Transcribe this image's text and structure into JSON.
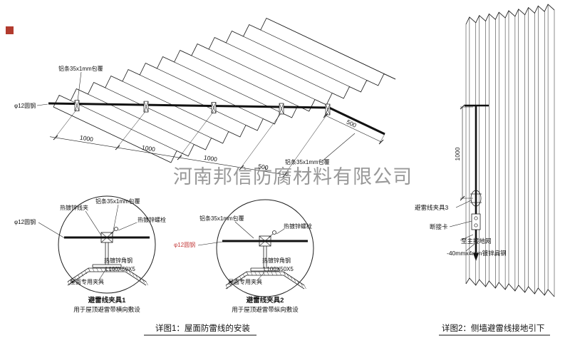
{
  "watermark": "河南邦信防腐材料有限公司",
  "colors": {
    "label_red": "#c43b3b",
    "watermark_gray": "#8f8f8f",
    "line_black": "#1c1c1c"
  },
  "roof_detail": {
    "label_aluminum_strip_top": "铝条35x1mm包覆",
    "label_round_steel": "φ12圆钢",
    "label_aluminum_strip_bottom": "铝条35x1mm包覆",
    "dims": {
      "d1": "1000",
      "d2": "1000",
      "d3": "1000",
      "d4": "500",
      "d5": "500"
    }
  },
  "clamp1": {
    "label_wire_clip": "热镀锌线夹",
    "label_aluminum_strip": "铝条35x1mm包覆",
    "label_bolt": "热镀锌螺栓",
    "label_round_steel": "φ12圆钢",
    "label_angle_steel": "热镀锌角钢",
    "label_angle_size": "L100X50X5",
    "label_roof_clamp": "屋面专用夹具",
    "title": "避雷线夹具1",
    "subtitle": "用于屋顶避雷带横向敷设"
  },
  "clamp2": {
    "label_aluminum_strip": "铝条35x1mm包覆",
    "label_bolt": "热镀锌螺栓",
    "label_round_steel": "φ12圆钢",
    "label_angle_steel": "热镀锌角钢",
    "label_angle_size": "L100X50X5",
    "label_roof_clamp": "屋面专用夹具",
    "title": "避雷线夹具2",
    "subtitle": "用于屋顶避雷带纵向敷设"
  },
  "wall_detail": {
    "dim_height": "1000",
    "label_clamp": "避雷线夹具3",
    "label_disconnect": "断接卡",
    "label_to_ground": "至主接地网",
    "label_flat_steel": "-40mmx4mm镀锌扁钢"
  },
  "captions": {
    "detail1": "详图1：屋面防雷线的安装",
    "detail2": "详图2：侧墙避雷线接地引下"
  }
}
